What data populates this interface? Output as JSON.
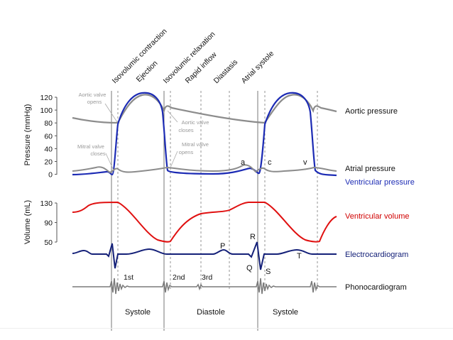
{
  "phases": [
    "Isovolumic contraction",
    "Ejection",
    "Isovolumic relaxation",
    "Rapid inflow",
    "Diastasis",
    "Atrial systole"
  ],
  "pressure_axis": {
    "label": "Pressure (mmHg)",
    "ticks": [
      "120",
      "100",
      "80",
      "60",
      "40",
      "20",
      "0"
    ]
  },
  "volume_axis": {
    "label": "Volume (mL)",
    "ticks": [
      "130",
      "90",
      "50"
    ]
  },
  "valve_notes": {
    "aortic_opens": [
      "Aortic valve",
      "opens"
    ],
    "aortic_closes": [
      "Aortic valve",
      "closes"
    ],
    "mitral_closes": [
      "Mitral valve",
      "closes"
    ],
    "mitral_opens": [
      "Mitral valve",
      "opens"
    ]
  },
  "wave_labels": {
    "a": "a",
    "c": "c",
    "v": "v"
  },
  "ecg_labels": {
    "P": "P",
    "Q": "Q",
    "R": "R",
    "S": "S",
    "T": "T"
  },
  "heart_sounds": [
    "1st",
    "2nd",
    "3rd"
  ],
  "legend": {
    "aortic": "Aortic pressure",
    "atrial": "Atrial pressure",
    "ventricular": "Ventricular pressure",
    "volume": "Ventricular volume",
    "ecg": "Electrocardiogram",
    "phono": "Phonocardiogram"
  },
  "period_labels": {
    "systole_1": "Systole",
    "diastole": "Diastole",
    "systole_2": "Systole"
  },
  "colors": {
    "aortic": "#8c8c8c",
    "atrial": "#8c8c8c",
    "ventricular": "#1c2bb4",
    "volume": "#e01010",
    "ecg": "#142078",
    "phono": "#7a7a7a",
    "ventricular_text": "#1c2bb4",
    "volume_text": "#d00000",
    "ecg_text": "#142078"
  }
}
